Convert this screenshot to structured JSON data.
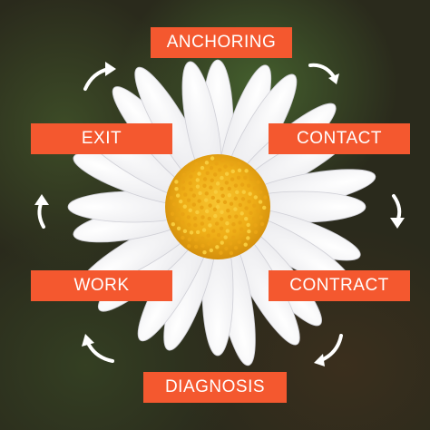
{
  "stages": {
    "anchoring": "ANCHORING",
    "contact": "CONTACT",
    "contract": "CONTRACT",
    "diagnosis": "DIAGNOSIS",
    "work": "WORK",
    "exit": "EXIT"
  },
  "colors": {
    "label_bg": "#f4582f",
    "label_text": "#ffffff",
    "arrow": "#ffffff",
    "petal": "#ffffff",
    "center": "#f2b21c"
  },
  "icons": {
    "arrows": "curved-arrow-icon",
    "flower": "daisy-icon"
  }
}
